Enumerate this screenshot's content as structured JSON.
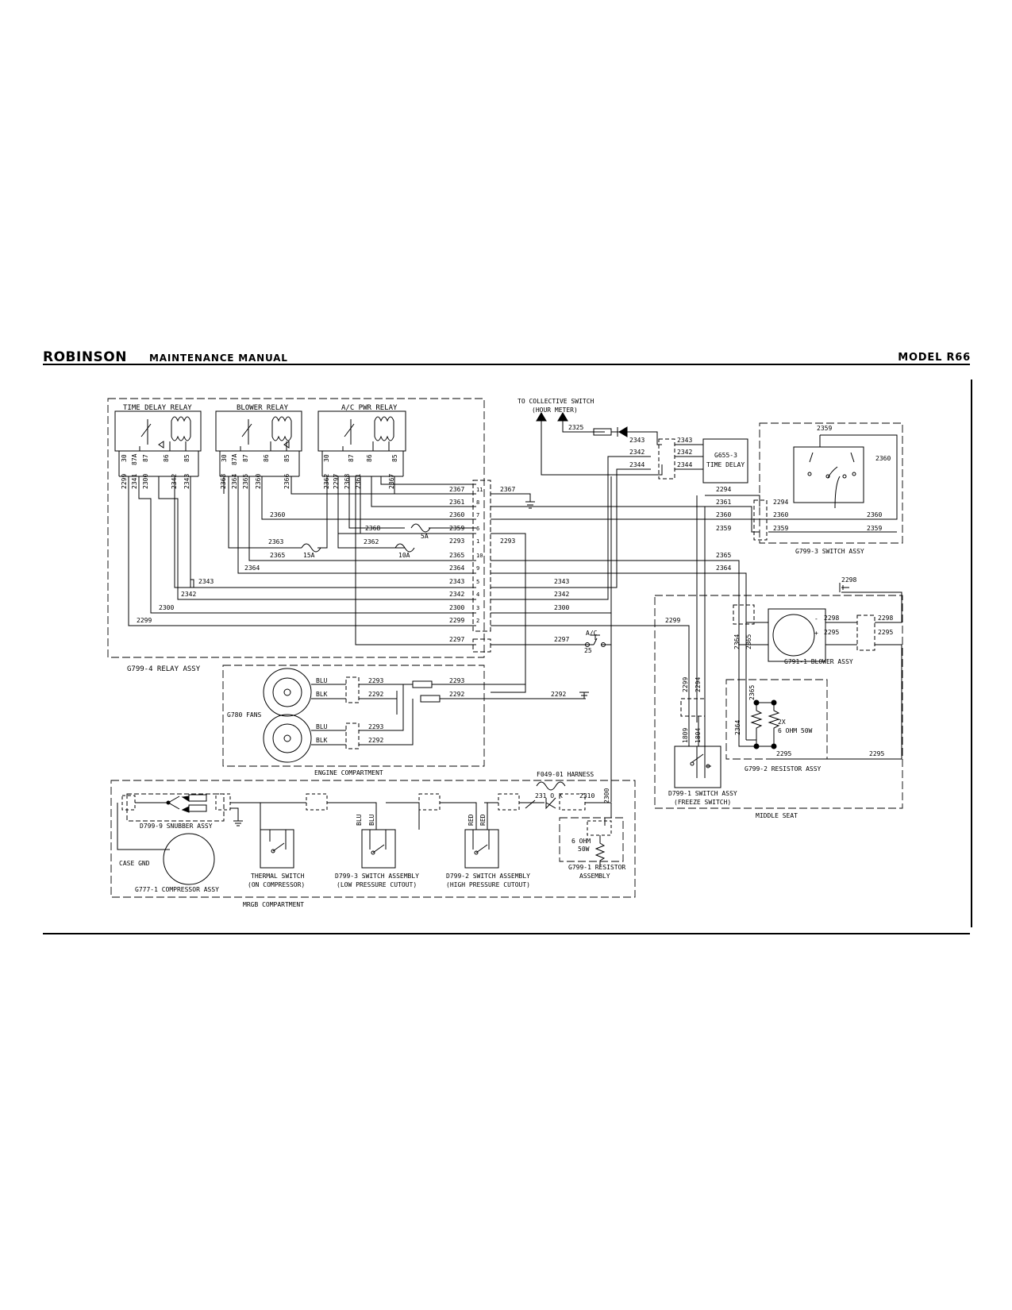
{
  "header": {
    "brand": "ROBINSON",
    "manual": "MAINTENANCE MANUAL",
    "model": "MODEL R66"
  },
  "schematic": {
    "relays": {
      "time_delay": "TIME DELAY RELAY",
      "blower": "BLOWER RELAY",
      "ac_pwr": "A/C PWR RELAY",
      "pin_30": "30",
      "pin_87a": "87A",
      "pin_87": "87",
      "pin_86": "86",
      "pin_85": "85",
      "relay_assy": "G799-4 RELAY ASSY"
    },
    "collective": {
      "line1": "TO COLLECTIVE SWITCH",
      "line2": "(HOUR METER)"
    },
    "time_delay_box": {
      "line1": "G655-3",
      "line2": "TIME DELAY"
    },
    "switch_assy_3": "G799-3 SWITCH ASSY",
    "fuses": {
      "f15": "15A",
      "f10": "10A",
      "f5": "5A"
    },
    "ac_switch": {
      "label": "A/C",
      "rating": "25"
    },
    "fans": {
      "label": "G780 FANS",
      "blu": "BLU",
      "blk": "BLK",
      "compartment": "ENGINE COMPARTMENT"
    },
    "blower": "G791-1 BLOWER ASSY",
    "blower_minus": "-",
    "blower_plus": "+",
    "resistor_2": {
      "qty": "2X",
      "value": "6 OHM 50W",
      "label": "G799-2 RESISTOR ASSY"
    },
    "freeze_switch": {
      "line1": "D799-1 SWITCH ASSY",
      "line2": "(FREEZE SWITCH)"
    },
    "middle_seat": "MIDDLE SEAT",
    "harness": "F049-01 HARNESS",
    "mrgb": {
      "snubber": "D799-9 SNUBBER ASSY",
      "case_gnd": "CASE GND",
      "compressor": "G777-1 COMPRESSOR ASSY",
      "thermal_1": "THERMAL SWITCH",
      "thermal_2": "(ON COMPRESSOR)",
      "low_1": "D799-3 SWITCH ASSEMBLY",
      "low_2": "(LOW PRESSURE CUTOUT)",
      "high_1": "D799-2 SWITCH ASSEMBLY",
      "high_2": "(HIGH PRESSURE CUTOUT)",
      "resistor_1": "G799-1 RESISTOR",
      "resistor_2": "ASSEMBLY",
      "res_value_1": "6 OHM",
      "res_value_2": "50W",
      "blu": "BLU",
      "red": "RED",
      "compartment": "MRGB COMPARTMENT"
    },
    "wires": {
      "w2293": "2293",
      "w2292": "2292",
      "w2294": "2294",
      "w2295": "2295",
      "w2297": "2297",
      "w2298": "2298",
      "w2299": "2299",
      "w2300": "2300",
      "w2310": "2310",
      "w2325": "2325",
      "w2341": "2341",
      "w2342": "2342",
      "w2343": "2343",
      "w2344": "2344",
      "w2359": "2359",
      "w2360": "2360",
      "w2361": "2361",
      "w2362": "2362",
      "w2363": "2363",
      "w2364": "2364",
      "w2365": "2365",
      "w2366": "2366",
      "w2367": "2367",
      "w2368": "2368",
      "w1809": "1809",
      "w1804": "1804",
      "w231": "231",
      "w231o": "231 O",
      "k": "K"
    },
    "pins": [
      "1",
      "2",
      "3",
      "4",
      "5",
      "6",
      "7",
      "8",
      "9",
      "10",
      "11"
    ]
  }
}
